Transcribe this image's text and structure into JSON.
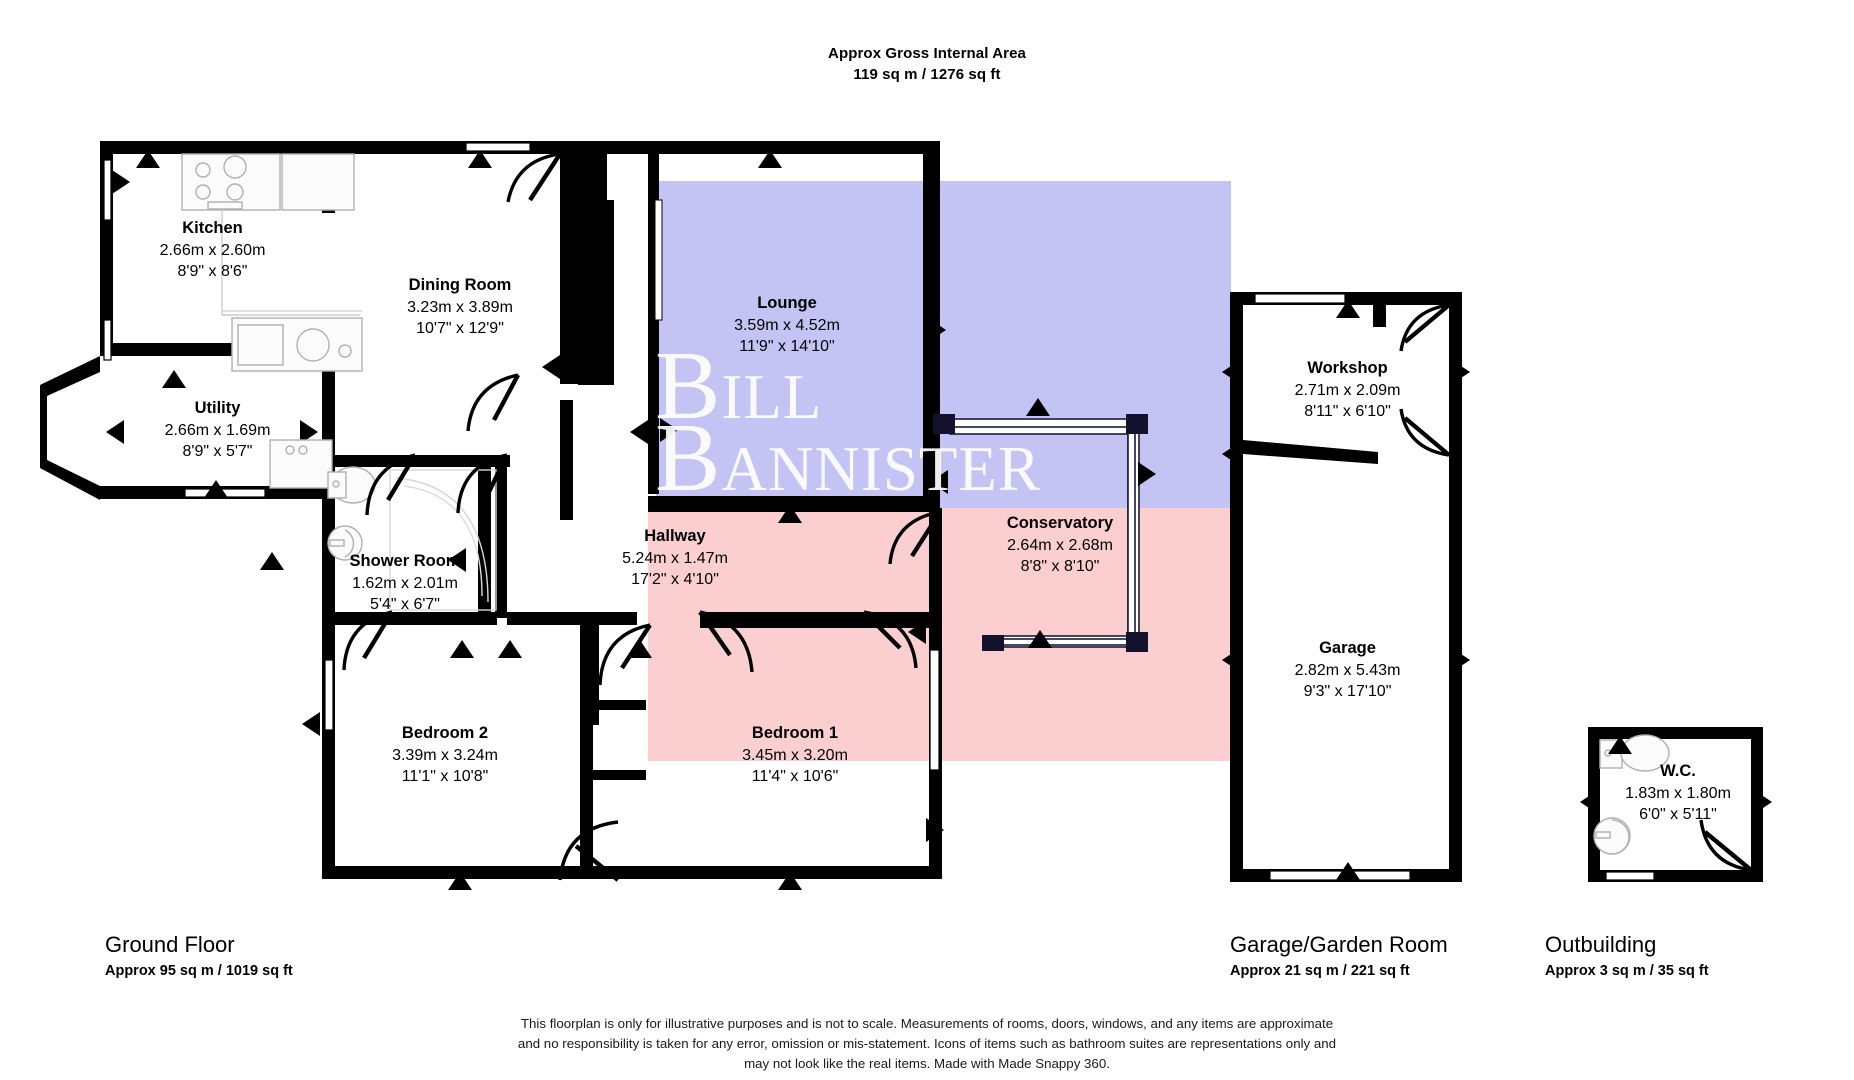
{
  "header": {
    "title": "Approx Gross Internal Area",
    "area": "119 sq m / 1276 sq ft"
  },
  "watermark": {
    "line1_cap": "B",
    "line1_rest": "ILL",
    "line2_cap": "B",
    "line2_rest": "ANNISTER"
  },
  "colors": {
    "wall": "#000000",
    "highlight_blue": "#c4c4f4",
    "highlight_pink": "#fbcfcf",
    "text": "#000000",
    "fixture_stroke": "#b0b0b0",
    "background": "#ffffff"
  },
  "rooms": [
    {
      "id": "kitchen",
      "name": "Kitchen",
      "metric": "2.66m x 2.60m",
      "imperial": "8'9\" x 8'6\""
    },
    {
      "id": "dining-room",
      "name": "Dining Room",
      "metric": "3.23m x 3.89m",
      "imperial": "10'7\" x 12'9\""
    },
    {
      "id": "lounge",
      "name": "Lounge",
      "metric": "3.59m x 4.52m",
      "imperial": "11'9\" x 14'10\""
    },
    {
      "id": "utility",
      "name": "Utility",
      "metric": "2.66m x 1.69m",
      "imperial": "8'9\" x 5'7\""
    },
    {
      "id": "shower-room",
      "name": "Shower Room",
      "metric": "1.62m x 2.01m",
      "imperial": "5'4\" x 6'7\""
    },
    {
      "id": "hallway",
      "name": "Hallway",
      "metric": "5.24m x 1.47m",
      "imperial": "17'2\" x 4'10\""
    },
    {
      "id": "conservatory",
      "name": "Conservatory",
      "metric": "2.64m x 2.68m",
      "imperial": "8'8\" x 8'10\""
    },
    {
      "id": "bedroom-2",
      "name": "Bedroom 2",
      "metric": "3.39m x 3.24m",
      "imperial": "11'1\" x 10'8\""
    },
    {
      "id": "bedroom-1",
      "name": "Bedroom 1",
      "metric": "3.45m x 3.20m",
      "imperial": "11'4\" x 10'6\""
    },
    {
      "id": "workshop",
      "name": "Workshop",
      "metric": "2.71m x 2.09m",
      "imperial": "8'11\" x 6'10\""
    },
    {
      "id": "garage",
      "name": "Garage",
      "metric": "2.82m x 5.43m",
      "imperial": "9'3\" x 17'10\""
    },
    {
      "id": "wc",
      "name": "W.C.",
      "metric": "1.83m x 1.80m",
      "imperial": "6'0\" x 5'11\""
    }
  ],
  "sections": [
    {
      "id": "ground-floor",
      "title": "Ground Floor",
      "area": "Approx 95 sq m / 1019 sq ft"
    },
    {
      "id": "garage-garden",
      "title": "Garage/Garden Room",
      "area": "Approx 21 sq m / 221 sq ft"
    },
    {
      "id": "outbuilding",
      "title": "Outbuilding",
      "area": "Approx 3 sq m / 35 sq ft"
    }
  ],
  "disclaimer": {
    "line1": "This floorplan is only for illustrative purposes and is not to scale. Measurements of rooms, doors, windows, and any items are approximate",
    "line2": "and no responsibility is taken for any error, omission or mis-statement. Icons of items such as bathroom suites are representations only and",
    "line3": "may not look like the real items. Made with Made Snappy 360."
  }
}
